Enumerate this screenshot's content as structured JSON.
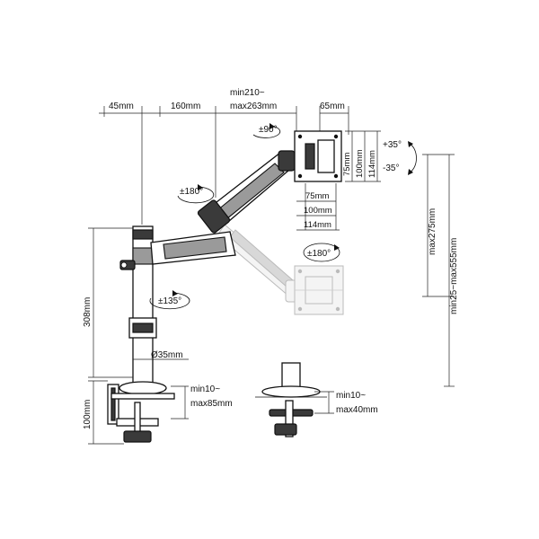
{
  "dimensions": {
    "clamp_offset": "45mm",
    "lower_arm": "160mm",
    "upper_arm_min": "min210~",
    "upper_arm_max": "max263mm",
    "vesa_offset": "65mm",
    "tilt_rotation": "±90°",
    "arm_rotation": "±180°",
    "screen_rotation": "±180°",
    "pole_rotation": "±135°",
    "tilt_up": "+35°",
    "tilt_down": "-35°",
    "vesa_v75": "75mm",
    "vesa_v100": "100mm",
    "vesa_v114": "114mm",
    "vesa_h75": "75mm",
    "vesa_h100": "100mm",
    "vesa_h114": "114mm",
    "pole_height": "308mm",
    "pole_diameter": "Ø35mm",
    "clamp_height": "100mm",
    "clamp_min": "min10~",
    "clamp_max": "max85mm",
    "grommet_min": "min10~",
    "grommet_max": "max40mm",
    "height_max": "max275mm",
    "height_range": "min25~max555mm"
  },
  "icons": {
    "rotation_arrow": "rotation-arrow-icon"
  }
}
